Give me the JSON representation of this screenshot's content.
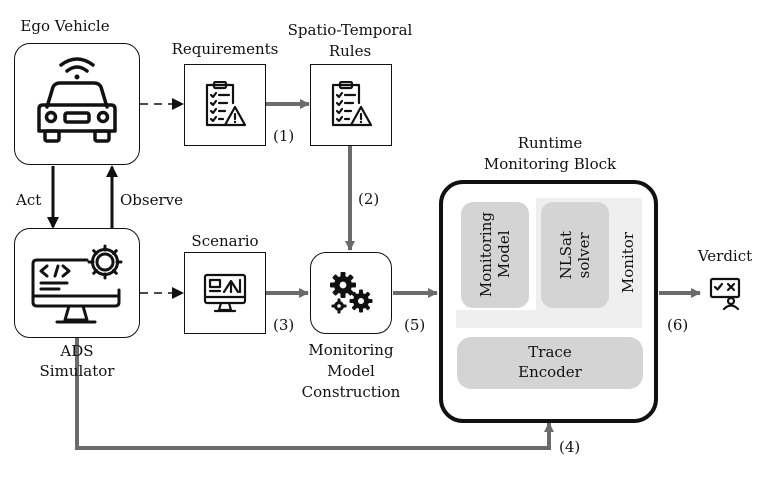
{
  "ego_vehicle": {
    "title": "Ego Vehicle",
    "icon": "car-icon"
  },
  "ads_simulator": {
    "line1": "ADS",
    "line2": "Simulator",
    "icon": "computer-gear-icon"
  },
  "requirements": {
    "title": "Requirements",
    "icon": "checklist-warning-icon"
  },
  "rules": {
    "line1": "Spatio-Temporal",
    "line2": "Rules",
    "icon": "checklist-warning-icon"
  },
  "scenario": {
    "title": "Scenario",
    "icon": "monitor-icon"
  },
  "construction": {
    "line1": "Monitoring",
    "line2": "Model",
    "line3": "Construction",
    "icon": "gears-icon"
  },
  "runtime_block": {
    "line1": "Runtime",
    "line2": "Monitoring Block",
    "monitoring_model_l1": "Monitoring",
    "monitoring_model_l2": "Model",
    "nlsat_l1": "NLSat",
    "nlsat_l2": "solver",
    "monitor": "Monitor",
    "trace_encoder_l1": "Trace",
    "trace_encoder_l2": "Encoder"
  },
  "verdict": {
    "title": "Verdict",
    "icon": "verdict-icon"
  },
  "edges": {
    "act": "Act",
    "observe": "Observe",
    "step1": "(1)",
    "step2": "(2)",
    "step3": "(3)",
    "step4": "(4)",
    "step5": "(5)",
    "step6": "(6)"
  },
  "colors": {
    "arrow": "#6b6b6b",
    "inner_fill": "#d4d4d4",
    "panel_fill": "#efefef",
    "stroke": "#111111"
  }
}
